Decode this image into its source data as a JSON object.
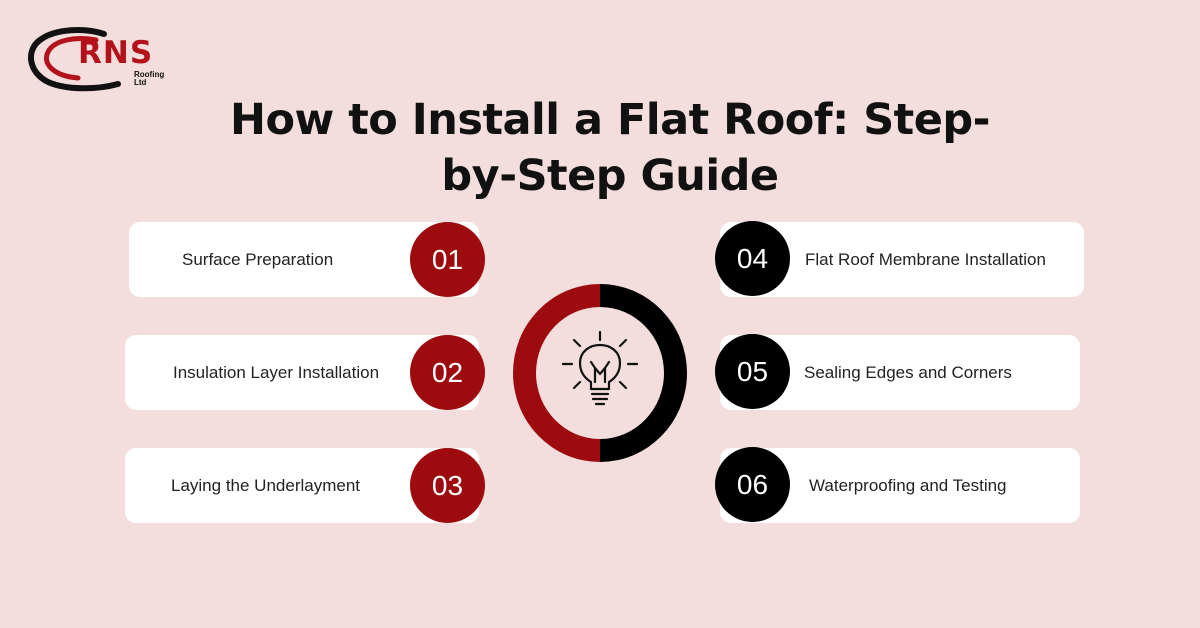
{
  "brand": {
    "name": "RNS",
    "subtitle": "Roofing Ltd"
  },
  "title": "How to Install a Flat Roof: Step-by-Step Guide",
  "steps": [
    {
      "number": "01",
      "label": "Surface Preparation"
    },
    {
      "number": "02",
      "label": "Insulation Layer Installation"
    },
    {
      "number": "03",
      "label": "Laying the Underlayment"
    },
    {
      "number": "04",
      "label": "Flat Roof Membrane Installation"
    },
    {
      "number": "05",
      "label": "Sealing Edges and Corners"
    },
    {
      "number": "06",
      "label": "Waterproofing and Testing"
    }
  ],
  "colors": {
    "background": "#f3dedd",
    "accent_red": "#9d0b0e",
    "accent_black": "#000000",
    "card": "#ffffff"
  },
  "center_icon": "lightbulb-icon"
}
